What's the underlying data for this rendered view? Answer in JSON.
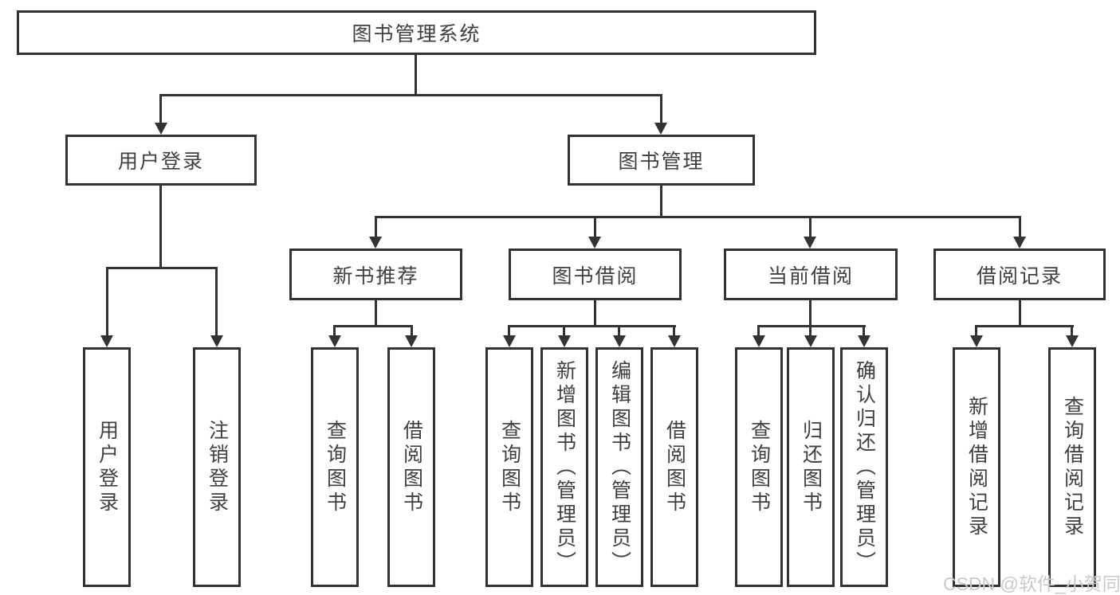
{
  "diagram": {
    "title": "图书管理系统",
    "level2": [
      "用户登录",
      "图书管理"
    ],
    "level3": [
      "新书推荐",
      "图书借阅",
      "当前借阅",
      "借阅记录"
    ],
    "leaves": {
      "user_login": [
        "用户登录",
        "注销登录"
      ],
      "new_book_recommend": [
        "查询图书",
        "借阅图书"
      ],
      "book_borrowing": [
        "查询图书",
        "新增图书（管理员）",
        "编辑图书（管理员）",
        "借阅图书"
      ],
      "current_borrowing": [
        "查询图书",
        "归还图书",
        "确认归还（管理员）"
      ],
      "borrowing_records": [
        "新增借阅记录",
        "查询借阅记录"
      ]
    }
  },
  "watermark": "CSDN @软件_小贺同学",
  "colors": {
    "line": "#333333",
    "text": "#3f3f3f",
    "watermark": "#c9c9c9",
    "background": "#ffffff"
  }
}
